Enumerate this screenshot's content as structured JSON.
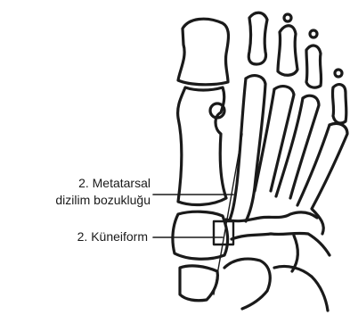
{
  "labels": {
    "metatarsal_line1": "2. Metatarsal",
    "metatarsal_line2": "dizilim bozukluğu",
    "cuneiform": "2. Küneiform"
  },
  "colors": {
    "ink": "#1a1a1a",
    "background": "#ffffff"
  }
}
